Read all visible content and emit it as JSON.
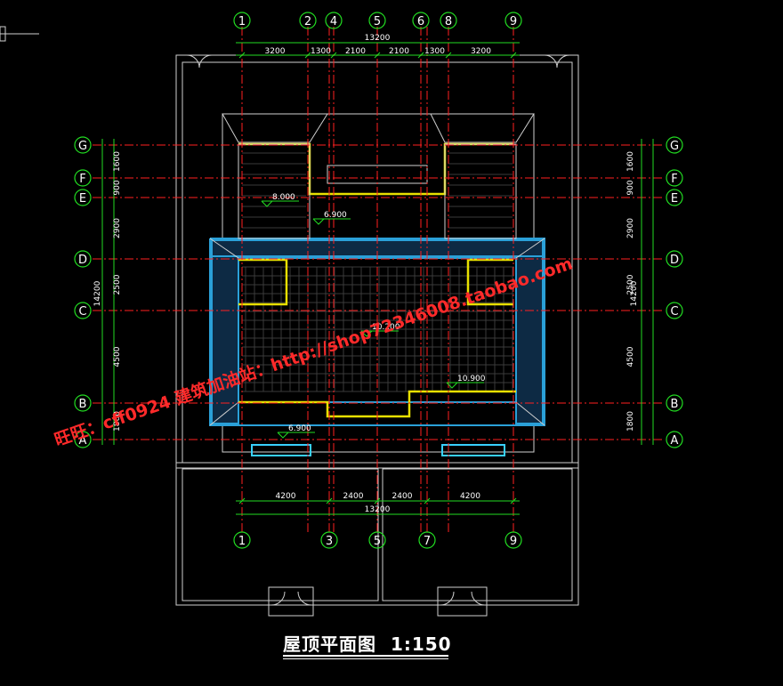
{
  "title": {
    "name": "屋顶平面图",
    "scale": "1:150"
  },
  "axes": {
    "top": [
      "1",
      "2",
      "4",
      "5",
      "6",
      "8",
      "9"
    ],
    "bottom": [
      "1",
      "3",
      "5",
      "7",
      "9"
    ],
    "side": [
      "G",
      "F",
      "E",
      "D",
      "C",
      "B",
      "A"
    ]
  },
  "dimensions": {
    "top_total": "13200",
    "top_segments": [
      "3200",
      "1300",
      "2100",
      "2100",
      "1300",
      "3200"
    ],
    "bottom_total": "13200",
    "bottom_segments": [
      "4200",
      "2400",
      "2400",
      "4200"
    ],
    "side_total": "14200",
    "side_segments": [
      "1600",
      "900",
      "2900",
      "2500",
      "4500",
      "1800"
    ]
  },
  "elevations": [
    "8.000",
    "6.900",
    "10.200",
    "10.900",
    "6.900"
  ],
  "watermark": {
    "line1": "旺旺：cff0924 建筑加油站：http://shop72346008.taobao.com"
  },
  "colors": {
    "axis_line": "#ff2020",
    "grid_bubble": "#22dd22",
    "dim_line": "#22dd22",
    "roof_yellow": "#e8e000",
    "eave_blue": "#2aa0d8",
    "wall_white": "#d8d8d8",
    "watermark": "#ff2a2a",
    "background": "#000000"
  }
}
